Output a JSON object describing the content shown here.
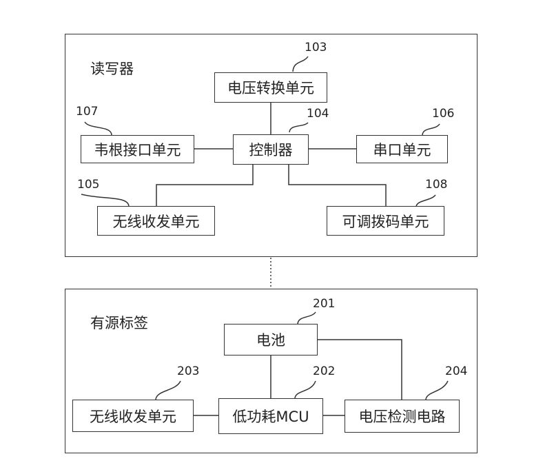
{
  "reader": {
    "title": "读写器",
    "voltage_conversion": {
      "label": "电压转换单元",
      "ref": "103"
    },
    "controller": {
      "label": "控制器",
      "ref": "104"
    },
    "wiegand": {
      "label": "韦根接口单元",
      "ref": "107"
    },
    "serial": {
      "label": "串口单元",
      "ref": "106"
    },
    "wireless": {
      "label": "无线收发单元",
      "ref": "105"
    },
    "dip_switch": {
      "label": "可调拨码单元",
      "ref": "108"
    }
  },
  "tag": {
    "title": "有源标签",
    "battery": {
      "label": "电池",
      "ref": "201"
    },
    "mcu": {
      "label": "低功耗MCU",
      "ref": "202"
    },
    "wireless": {
      "label": "无线收发单元",
      "ref": "203"
    },
    "voltage_detect": {
      "label": "电压检测电路",
      "ref": "204"
    }
  }
}
